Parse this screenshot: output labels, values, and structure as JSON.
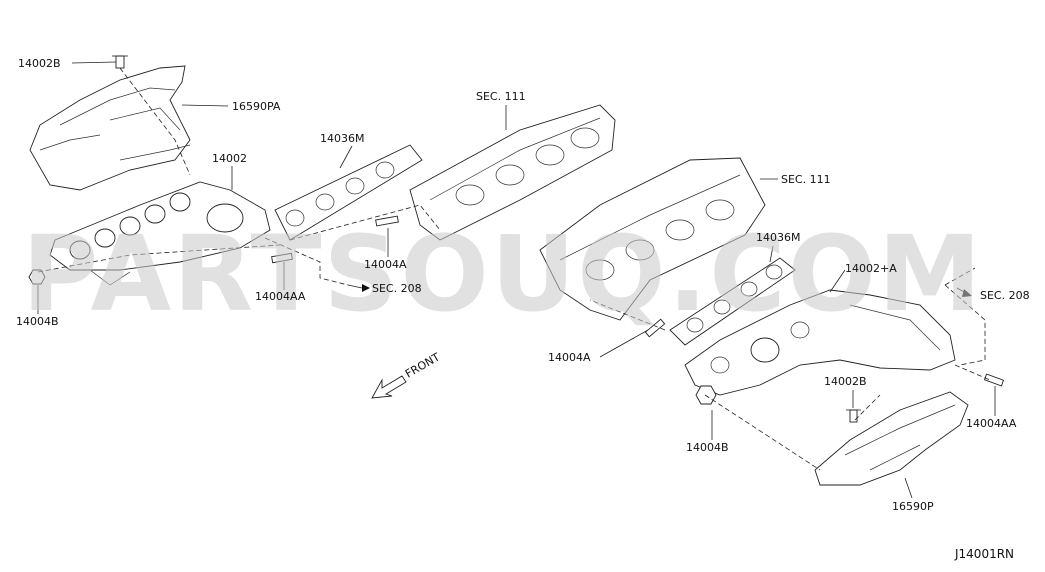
{
  "diagram": {
    "code": "J14001RN",
    "front_label": "FRONT",
    "watermark": "PARTSOUQ.COM",
    "labels": {
      "p14002B_top": "14002B",
      "p16590PA": "16590PA",
      "p14002": "14002",
      "p14036M_left": "14036M",
      "sec111_top": "SEC. 111",
      "sec111_right": "SEC. 111",
      "p14004A_left": "14004A",
      "p14004AA_left": "14004AA",
      "sec208_left": "SEC. 208",
      "p14004B_left": "14004B",
      "p14036M_right": "14036M",
      "p14002A": "14002+A",
      "sec208_right": "SEC. 208",
      "p14004A_right": "14004A",
      "p14002B_right": "14002B",
      "p14004B_right": "14004B",
      "p14004AA_right": "14004AA",
      "p16590P": "16590P"
    }
  }
}
